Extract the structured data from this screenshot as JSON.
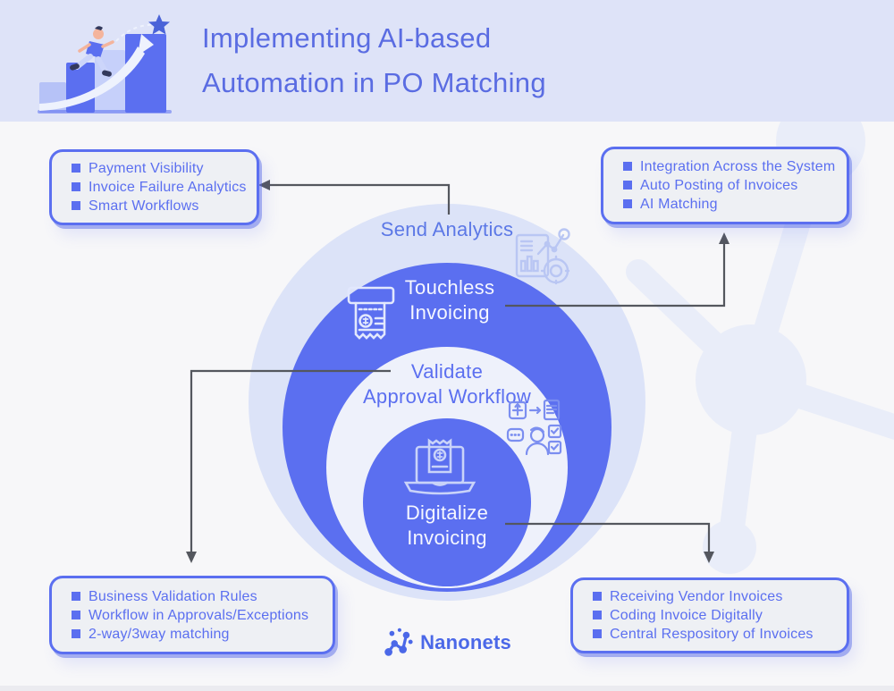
{
  "header": {
    "title_line1": "Implementing AI-based",
    "title_line2": "Automation in PO Matching"
  },
  "funnel": {
    "levels": [
      {
        "label": "Send Analytics",
        "icon": "analytics-chart-icon"
      },
      {
        "label_line1": "Touchless",
        "label_line2": "Invoicing",
        "icon": "receipt-printer-icon"
      },
      {
        "label_line1": "Validate",
        "label_line2": "Approval Workflow",
        "icon": "approval-workflow-icon"
      },
      {
        "label_line1": "Digitalize",
        "label_line2": "Invoicing",
        "icon": "laptop-invoice-icon"
      }
    ]
  },
  "callouts": {
    "top_left": {
      "items": [
        "Payment Visibility",
        "Invoice Failure Analytics",
        "Smart Workflows"
      ]
    },
    "top_right": {
      "items": [
        "Integration Across the System",
        "Auto Posting of Invoices",
        "AI Matching"
      ]
    },
    "bottom_left": {
      "items": [
        "Business Validation Rules",
        "Workflow in Approvals/Exceptions",
        "2-way/3way matching"
      ]
    },
    "bottom_right": {
      "items": [
        "Receiving Vendor Invoices",
        "Coding Invoice Digitally",
        "Central Respository of Invoices"
      ]
    }
  },
  "branding": {
    "logo_text": "Nanonets",
    "logo_icon": "nanonets-network-icon"
  },
  "illustration": "growth-stairs-star-illustration",
  "colors": {
    "accent_blue": "#5b6ff0",
    "title_blue": "#5a6ce2",
    "header_bg": "#dee3f8",
    "outer_circle": "#dce3f8",
    "light_ring": "#eef1fb",
    "box_bg": "#eef0f4",
    "arrow_gray": "#54575e",
    "page_bg": "#f7f7f9",
    "logo_blue": "#4b68e8"
  }
}
